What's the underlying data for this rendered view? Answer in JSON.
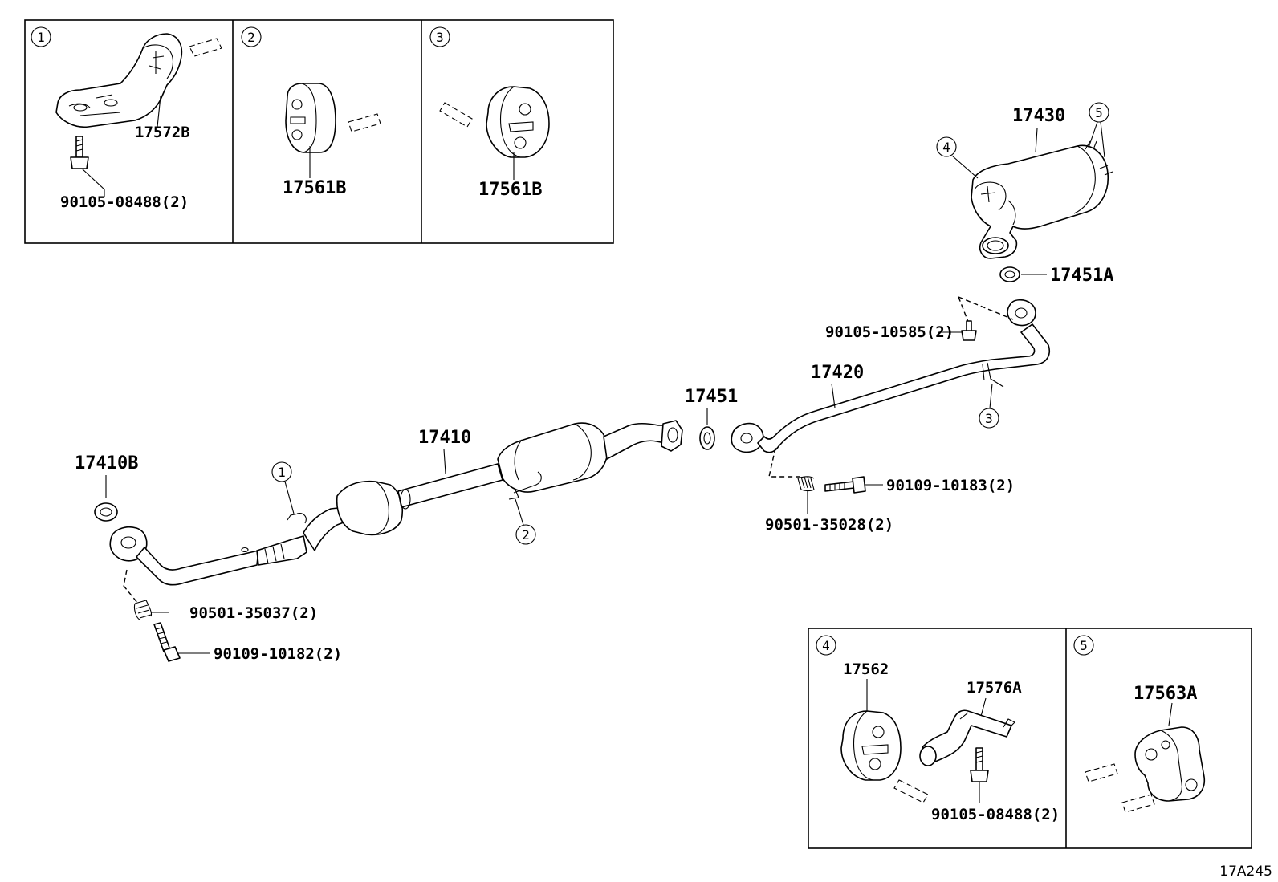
{
  "diagram_code": "17A245",
  "insets": [
    {
      "callout": "1",
      "parts": [
        "17572B",
        "90105-08488(2)"
      ]
    },
    {
      "callout": "2",
      "parts": [
        "17561B"
      ]
    },
    {
      "callout": "3",
      "parts": [
        "17561B"
      ]
    },
    {
      "callout": "4",
      "parts": [
        "17562",
        "17576A",
        "90105-08488(2)"
      ]
    },
    {
      "callout": "5",
      "parts": [
        "17563A"
      ]
    }
  ],
  "main_parts": {
    "p17410B": "17410B",
    "p17410": "17410",
    "p17451": "17451",
    "p17420": "17420",
    "p17430": "17430",
    "p17451A": "17451A",
    "p90105_10585": "90105-10585(2)",
    "p90109_10183": "90109-10183(2)",
    "p90501_35028": "90501-35028(2)",
    "p90501_35037": "90501-35037(2)",
    "p90109_10182": "90109-10182(2)"
  },
  "main_callouts": {
    "c1": "1",
    "c2": "2",
    "c3": "3",
    "c4": "4",
    "c5": "5"
  }
}
